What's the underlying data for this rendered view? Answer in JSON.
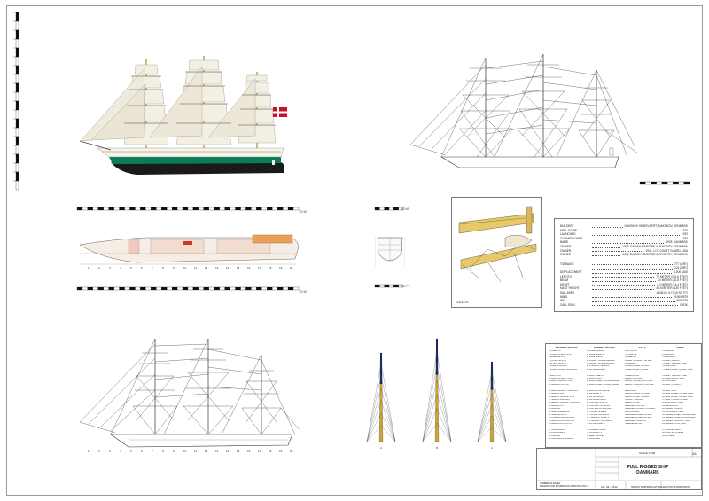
{
  "scale_bars": {
    "top_right_label": "10 M",
    "profile_label": "10 M",
    "deck_label": "10 M",
    "bottom_label": "20 FT",
    "detail_caption": "SCALE 1:20"
  },
  "specs": {
    "builder": {
      "label": "BUILDER",
      "value": "NAKSKOV SKIBSVÆRFT, NAKSKOV, DENMARK"
    },
    "keel": {
      "label": "KEEL DOWN",
      "value": "1932"
    },
    "launched": {
      "label": "LAUNCHED",
      "value": "1932"
    },
    "commissioned": {
      "label": "COMMISSIONED",
      "value": "1933"
    },
    "name": {
      "label": "NAME",
      "value": "1933: DANMARK"
    },
    "owner1": {
      "label": "OWNER",
      "value": "1933: DANISH MARITIME AUTHORITY, DENMARK"
    },
    "owner2": {
      "label": "OWNER",
      "value": "1941: U.S. COAST GUARD, USA"
    },
    "owner3": {
      "label": "OWNER",
      "value": "1945: DANISH MARITIME AUTHORITY, DENMARK"
    },
    "tonnage": {
      "label": "TONNAGE",
      "value": "777 (GRT)"
    },
    "tonnage_net": {
      "label": "",
      "value": "221 (NRT)"
    },
    "displacement": {
      "label": "DISPLACEMENT",
      "value": "1,000 MAX"
    },
    "length": {
      "label": "LENGTH",
      "value": "77 METER (252.6 FEET)"
    },
    "beam": {
      "label": "BEAM",
      "value": "10 METER (32.8 FEET)"
    },
    "draft": {
      "label": "DRAFT",
      "value": "4.2 METER (14.4 FEET)"
    },
    "mast": {
      "label": "MAST HEIGHT",
      "value": "39.5 METER (130 FEET)"
    },
    "sail": {
      "label": "SAIL AREA",
      "value": "1,636 M² (17,610 SQ FT)"
    },
    "mmsi": {
      "label": "MMSI",
      "value": "219000579"
    },
    "imo": {
      "label": "IMO",
      "value": "5086279"
    },
    "callsign": {
      "label": "CALL SIGN",
      "value": "OXDK"
    }
  },
  "legend": {
    "col1_head": "STANDING RIGGING",
    "col2_head": "RUNNING RIGGING",
    "col3_head": "SAILS",
    "col4_head": "SPARS",
    "col1": [
      "1  FORESTAY",
      "2  FORE TOPMAST STAY",
      "3  INNER JIB STAY",
      "4  OUTER JIB STAY",
      "5  FLYING JIB STAY",
      "6  FORE SHROUDS",
      "7  FORE TOPMAST SHROUDS",
      "8  FORE T'GALLANT SHROUDS",
      "9  MAIN STAY",
      "10 MAIN TOPMAST STAY",
      "11 MAIN T'GALLANT STAY",
      "12 MAIN ROYAL STAY",
      "13 MAIN SHROUDS",
      "14 MAIN TOPMAST SHROUDS",
      "15 MIZZEN STAY",
      "16 MIZZEN TOPMAST STAY",
      "17 MIZZEN SHROUDS",
      "18 MIZZEN TOPMAST SHROUDS",
      "19 BACKSTAYS",
      "20 BOBSTAY",
      "21 MARTINGALE STAY",
      "22 JIBBOOM GUYS",
      "23 FORE ROYAL BACKSTAY",
      "24 MAIN ROYAL BACKSTAY",
      "25 MIZZEN ROYAL STAY",
      "26 SPANKER BOOM TOPPING LIFT",
      "27 GAFF VANGS",
      "28 FOOTROPES",
      "29 HORSES",
      "30 CROSSJACK BRACES",
      "31 CROSSJACK SHEETS",
      "32 MIZZEN TOPSAIL BRACES",
      "33 MIZZEN T'GALLANT BRACES",
      "34 MIZZEN ROYAL BRACES",
      "35 CLEWLINES",
      "36 BUNTLINES",
      "37 LEECHLINES",
      "38 HALYARDS",
      "39 DOWNHAULS",
      "40 SPANKER OUTHAUL",
      "41 SPANKER BRAILS",
      "42 PEAK HALYARD",
      "43 THROAT HALYARD",
      "44 TRYSAIL SHEET",
      "45 SIGNAL HALYARDS",
      "46 FLAG HALYARDS",
      "47 PARREL",
      "48 LIFTS"
    ],
    "col2": [
      "50 FORE BRACES",
      "51 FORE SHEETS",
      "52 FORE TACKS",
      "53 LOWER TOPSAIL BRACES",
      "54 UPPER TOPSAIL BRACES",
      "55 T'GALLANT BRACES",
      "56 ROYAL BRACES",
      "57 MAIN BRACES",
      "58 MAIN SHEETS",
      "59 MAIN TACKS",
      "60 MAIN LOWER TOPSAIL BRACE",
      "61 MAIN UPPER TOPSAIL BRACE",
      "62 MAIN T'GALLANT BRACE",
      "63 MAIN ROYAL BRACE",
      "64 JIB SHEETS",
      "65 JIB HALYARDS",
      "66 JIB DOWNHAULS",
      "67 STAYSAIL SHEETS",
      "68 STAYSAIL HALYARDS",
      "69 STAYSAIL DOWNHAULS",
      "70 TOPSAIL SHEETS",
      "71 TOPSAIL HALYARDS",
      "72 T'GALLANT SHEETS",
      "73 T'GALLANT HALYARDS",
      "74 ROYAL SHEETS",
      "75 ROYAL HALYARDS",
      "76 SPANKER SHEET",
      "77 BOOM GUYS",
      "78 REEF TACKLES",
      "79 BOWLINES",
      "80 TOPPING LIFTS"
    ],
    "col3": [
      "1  FLYING JIB",
      "2  OUTER JIB",
      "3  INNER JIB",
      "4  FORE TOPMAST STAYSAIL",
      "5  FORESAIL",
      "6  FORE LOWER TOPSAIL",
      "7  FORE UPPER TOPSAIL",
      "8  FORE T'GALLANT",
      "9  FORE ROYAL",
      "10 MAIN STAYSAIL",
      "11 MAIN TOPMAST STAYSAIL",
      "12 MAIN T'GALLANT STAYSAIL",
      "13 MAIN ROYAL STAYSAIL",
      "14 MAINSAIL",
      "15 MAIN LOWER TOPSAIL",
      "16 MAIN UPPER TOPSAIL",
      "17 MAIN T'GALLANT",
      "18 MAIN ROYAL",
      "19 MIZZEN STAYSAIL",
      "20 MIZZEN TOPMAST STAYSAIL",
      "21 CROSSJACK",
      "22 MIZZEN LOWER TOPSAIL",
      "23 MIZZEN UPPER TOPSAIL",
      "24 MIZZEN T'GALLANT",
      "25 MIZZEN ROYAL",
      "26 SPANKER"
    ],
    "col4": [
      "1  BOWSPRIT",
      "2  JIBBOOM",
      "3  FORE MAST",
      "4  FORE TOPMAST",
      "5  FORE T'GALLANT MAST",
      "6  FORE YARD",
      "7  FORE LOWER TOPSAIL YARD",
      "8  FORE UPPER TOPSAIL YARD",
      "9  FORE T'GALLANT YARD",
      "10 FORE ROYAL YARD",
      "11 MAIN MAST",
      "12 MAIN TOPMAST",
      "13 MAIN T'GALLANT MAST",
      "14 MAIN YARD",
      "15 MAIN LOWER TOPSAIL YARD",
      "16 MAIN UPPER TOPSAIL YARD",
      "17 MAIN T'GALLANT YARD",
      "18 MAIN ROYAL YARD",
      "19 MIZZEN MAST",
      "20 MIZZEN TOPMAST",
      "21 CROSSJACK YARD",
      "22 MIZZEN LOWER TOPSAIL YARD",
      "23 MIZZEN UPPER TOPSAIL YARD",
      "24 MIZZEN T'GALLANT YARD",
      "25 MIZZEN ROYAL YARD",
      "26 SPANKER BOOM",
      "27 SPANKER GAFF",
      "28 DOLPHIN STRIKER",
      "29 CATHEAD"
    ]
  },
  "titleblock": {
    "scale": "SCALE 1:200",
    "sheet": "A1",
    "title_line1": "FULL RIGGED SHIP",
    "title_line2": "DANMARK",
    "date": "24 - 03 - 2012",
    "software": "SIMON SHIPWRIGHT 2012",
    "author": "ANTON BJORNSSON",
    "left_line1": "NUMBER OF PAGES",
    "left_line2": "DRAWING FOR INFORMATION PURPOSE ONLY"
  },
  "mast_sections": [
    "A",
    "B",
    "C"
  ],
  "station_numbers": [
    "1",
    "2",
    "3",
    "4",
    "5",
    "6",
    "7",
    "8",
    "9",
    "10",
    "11",
    "12",
    "13",
    "14",
    "15",
    "16",
    "17",
    "18",
    "19",
    "20"
  ]
}
